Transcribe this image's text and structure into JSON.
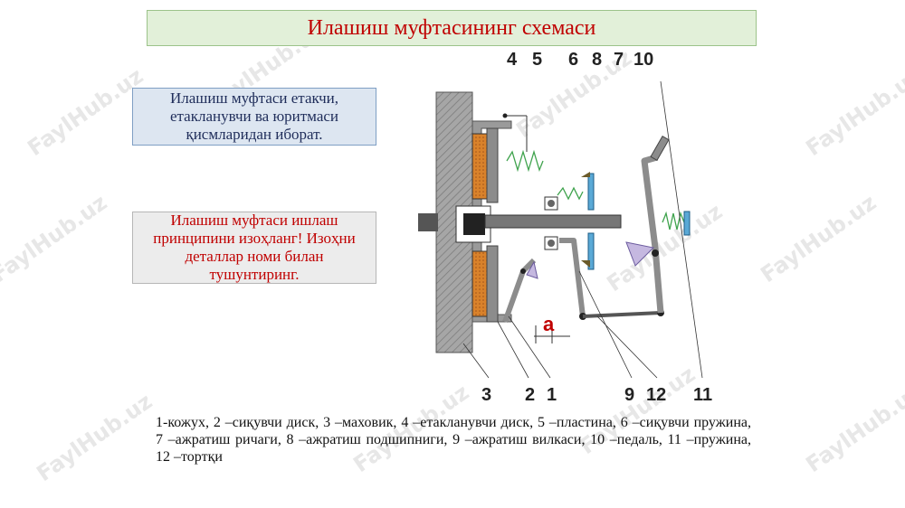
{
  "title": "Илашиш муфтасининг схемаси",
  "info_text": "Илашиш муфтаси етакчи, етакланувчи ва юритмаси қисмларидан иборат.",
  "task_text": "Илашиш муфтаси ишлаш принципини изоҳланг! Изоҳни деталлар номи билан тушунтиринг.",
  "caption": "1-кожух, 2 –сиқувчи диск, 3 –маховик, 4 –етакланувчи диск, 5 –пластина, 6 –сиқувчи пружина, 7 –ажратиш ричаги, 8 –ажратиш подшипниги, 9 –ажратиш вилкаси, 10 –педаль, 11 –пружина, 12 –тортқи",
  "diagram": {
    "top_labels": [
      "4",
      "5",
      "6",
      "8",
      "7",
      "10"
    ],
    "bottom_labels": [
      "3",
      "2",
      "1",
      "9",
      "12",
      "11"
    ],
    "gap_label": "a"
  },
  "watermark": "FaylHub.uz",
  "colors": {
    "title_bg": "#e2f0d9",
    "info_bg": "#dde6f1",
    "task_bg": "#ececec",
    "accent_red": "#c00000",
    "friction": "#d9822b",
    "housing": "#a6a6a6"
  }
}
